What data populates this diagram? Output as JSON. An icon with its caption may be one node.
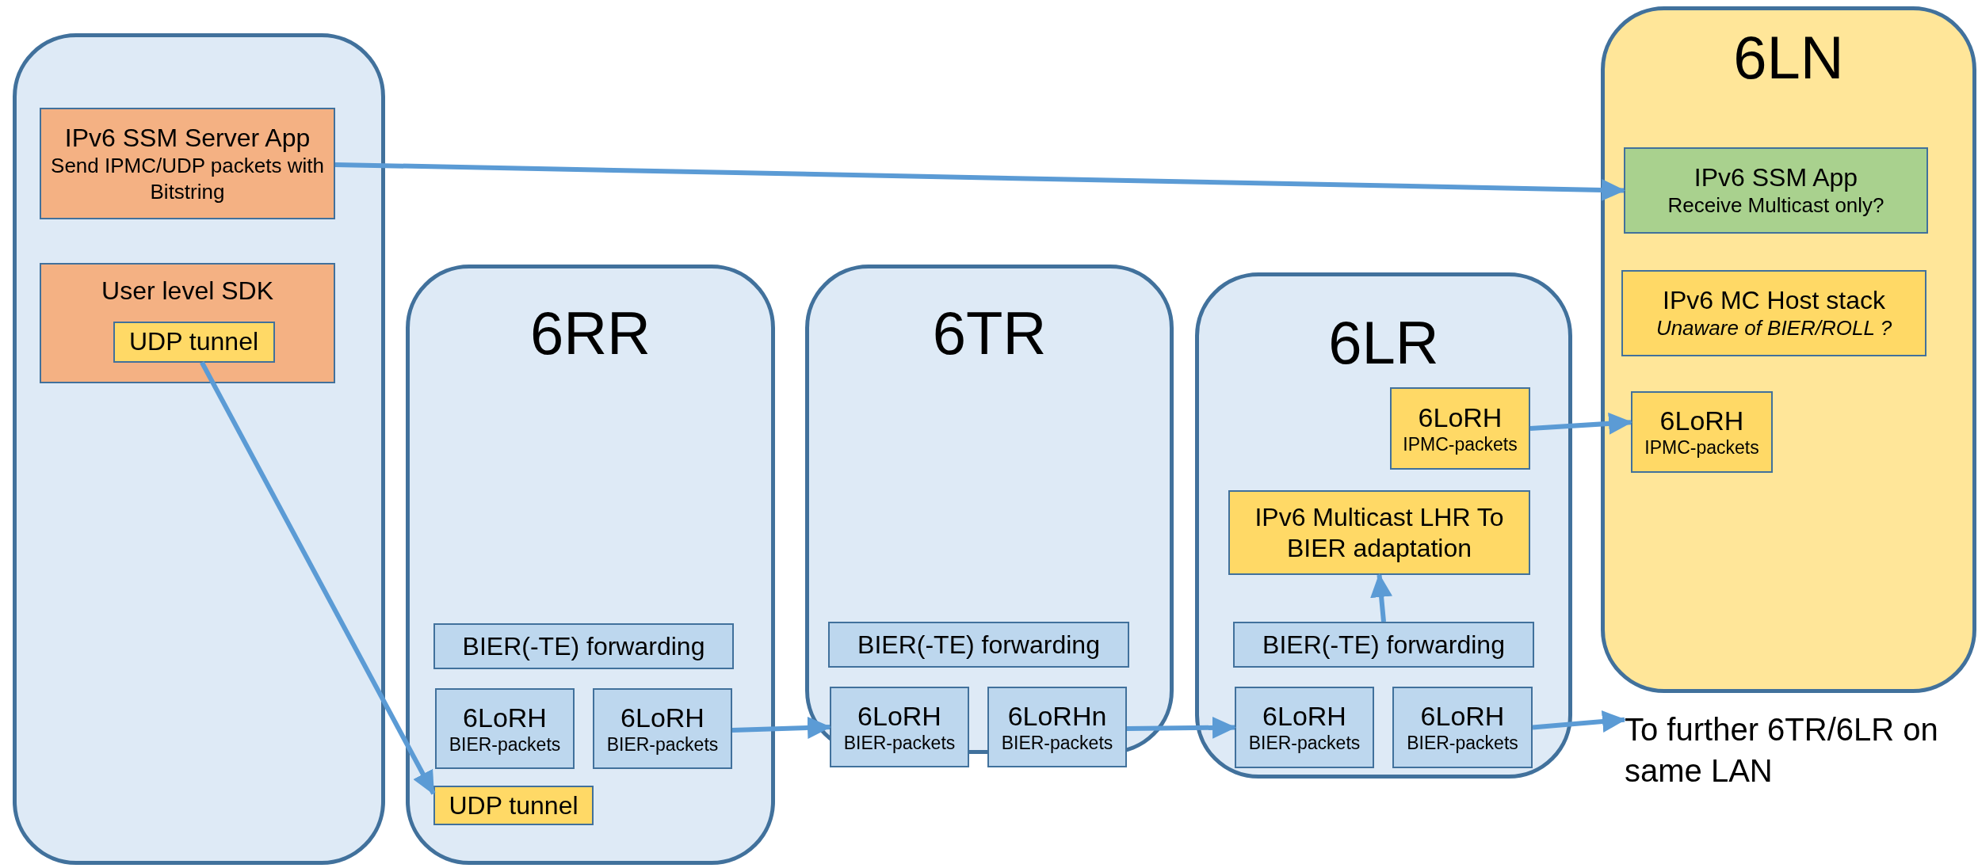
{
  "diagram": {
    "nodes": [
      {
        "text": [],
        "shape": "box"
      },
      {
        "text": [
          "IPv6 SSM Server App",
          "Send IPMC/UDP packets with Bitstring"
        ],
        "in": 0
      },
      {
        "text": [
          "User level SDK"
        ],
        "in": 0
      },
      {
        "text": [
          "UDP tunnel"
        ],
        "in": 2
      },
      {
        "text": [
          "6RR"
        ]
      },
      {
        "text": [
          "BIER(-TE) forwarding"
        ],
        "in": 4
      },
      {
        "text": [
          "6LoRH",
          "BIER-packets"
        ],
        "in": 4
      },
      {
        "text": [
          "6LoRH",
          "BIER-packets"
        ],
        "in": 4
      },
      {
        "text": [
          "UDP tunnel"
        ],
        "in": 4
      },
      {
        "text": [
          "6TR"
        ]
      },
      {
        "text": [
          "BIER(-TE) forwarding"
        ],
        "in": 9
      },
      {
        "text": [
          "6LoRH",
          "BIER-packets"
        ],
        "in": 9
      },
      {
        "text": [
          "6LoRHn",
          "BIER-packets"
        ],
        "in": 9
      },
      {
        "text": [
          "6LR"
        ]
      },
      {
        "text": [
          "6LoRH",
          "IPMC-packets"
        ],
        "in": 13
      },
      {
        "text": [
          "IPv6 Multicast LHR To BIER adaptation"
        ],
        "in": 13
      },
      {
        "text": [
          "BIER(-TE) forwarding"
        ],
        "in": 13
      },
      {
        "text": [
          "6LoRH",
          "BIER-packets"
        ],
        "in": 13
      },
      {
        "text": [
          "6LoRH",
          "BIER-packets"
        ],
        "in": 13
      },
      {
        "text": [
          "6LN"
        ]
      },
      {
        "text": [
          "IPv6 SSM App",
          "Receive Multicast only?"
        ],
        "in": 19
      },
      {
        "text": [
          "IPv6 MC Host stack",
          "Unaware of BIER/ROLL ?"
        ],
        "in": 19
      },
      {
        "text": [
          "6LoRH",
          "IPMC-packets"
        ],
        "in": 19
      },
      {
        "text": [
          "To further 6TR/6LR on same LAN"
        ]
      }
    ],
    "edges": [
      {
        "from": 1,
        "to": 20,
        "arrow": "to"
      },
      {
        "from": 3,
        "to": 8,
        "arrow": "to"
      },
      {
        "from": 7,
        "to": 11,
        "arrow": "to"
      },
      {
        "from": 12,
        "to": 17,
        "arrow": "to"
      },
      {
        "from": 14,
        "to": 22,
        "arrow": "to"
      },
      {
        "from": 16,
        "to": 15,
        "arrow": "to"
      },
      {
        "from": 18,
        "to": 23,
        "arrow": "to"
      }
    ]
  }
}
